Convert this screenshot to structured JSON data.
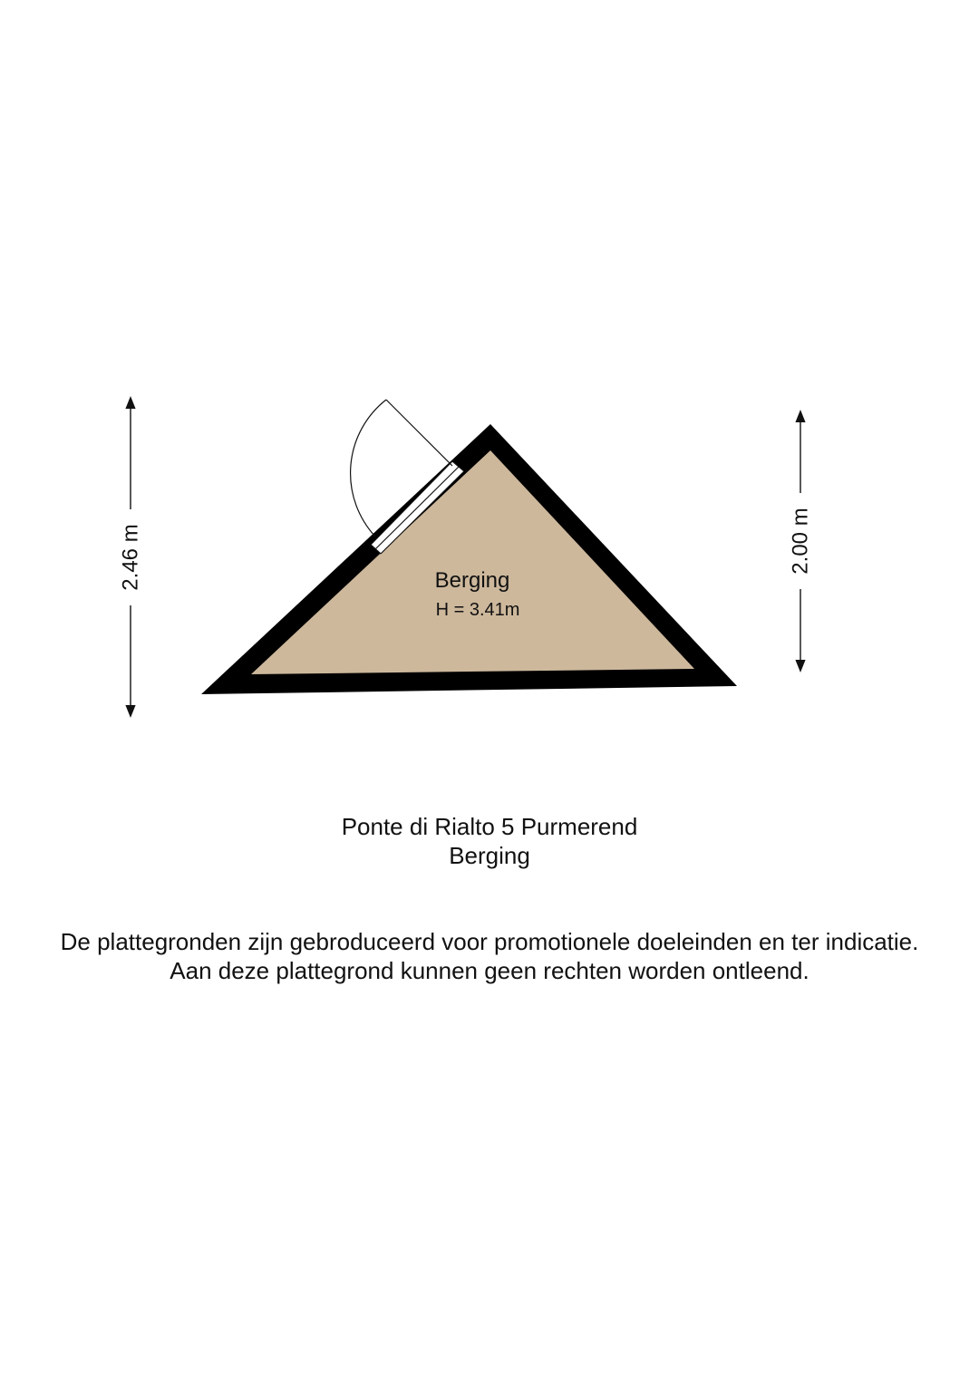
{
  "floorplan": {
    "room": {
      "name": "Berging",
      "height_label": "H = 3.41m",
      "fill_color": "#cdb89c",
      "wall_color": "#000000"
    },
    "dimensions": {
      "left": "2.46 m",
      "right": "2.00 m"
    }
  },
  "caption": {
    "address": "Ponte di Rialto 5 Purmerend",
    "room": "Berging"
  },
  "disclaimer": {
    "line1": "De plattegronden zijn gebroduceerd voor promotionele doeleinden en ter indicatie.",
    "line2": "Aan deze plattegrond kunnen geen rechten worden ontleend."
  }
}
